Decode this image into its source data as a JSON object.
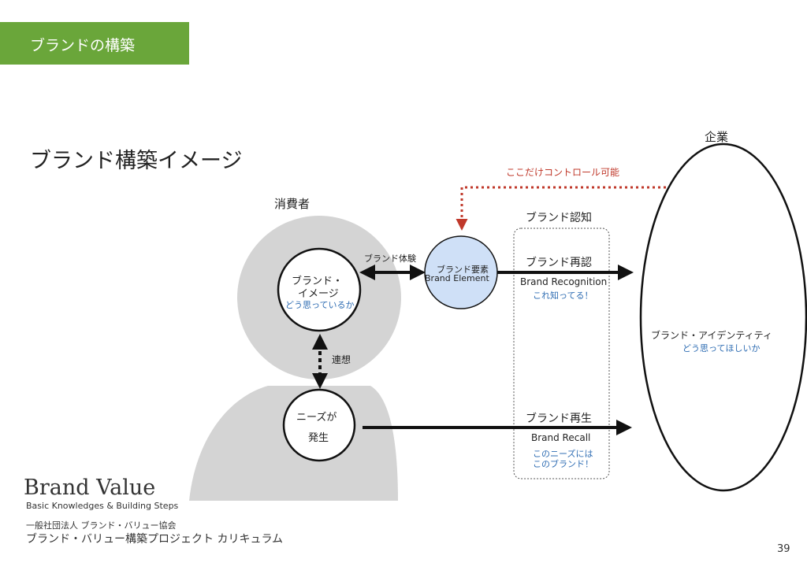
{
  "section_tag": "ブランドの構築",
  "title": "ブランド構築イメージ",
  "labels": {
    "consumer": "消費者",
    "company": "企業",
    "brand_image_line1": "ブランド・",
    "brand_image_line2": "イメージ",
    "brand_image_sub": "どう思っているか",
    "needs_line1": "ニーズが",
    "needs_line2": "発生",
    "association": "連想",
    "brand_experience": "ブランド体験",
    "brand_element_jp": "ブランド要素",
    "brand_element_en": "Brand Element",
    "control_note": "ここだけコントロール可能",
    "brand_awareness": "ブランド認知",
    "recognition_jp": "ブランド再認",
    "recognition_en": "Brand Recognition",
    "recognition_sub": "これ知ってる！",
    "recall_jp": "ブランド再生",
    "recall_en": "Brand Recall",
    "recall_sub_line1": "このニーズには",
    "recall_sub_line2": "このブランド！",
    "identity": "ブランド・アイデンティティ",
    "identity_sub": "どう思ってほしいか"
  },
  "footer": {
    "brand": "Brand Value",
    "subtitle": "Basic Knowledges & Building Steps",
    "org": "一般社団法人 ブランド・バリュー協会",
    "project": "ブランド・バリュー構築プロジェクト カリキュラム",
    "page": "39"
  },
  "colors": {
    "tag_bg": "#6aa63a",
    "element_fill": "#cfe0f7",
    "silhouette": "#d4d4d4",
    "control_arrow": "#c0392b",
    "sub_text": "#2f6db3"
  }
}
